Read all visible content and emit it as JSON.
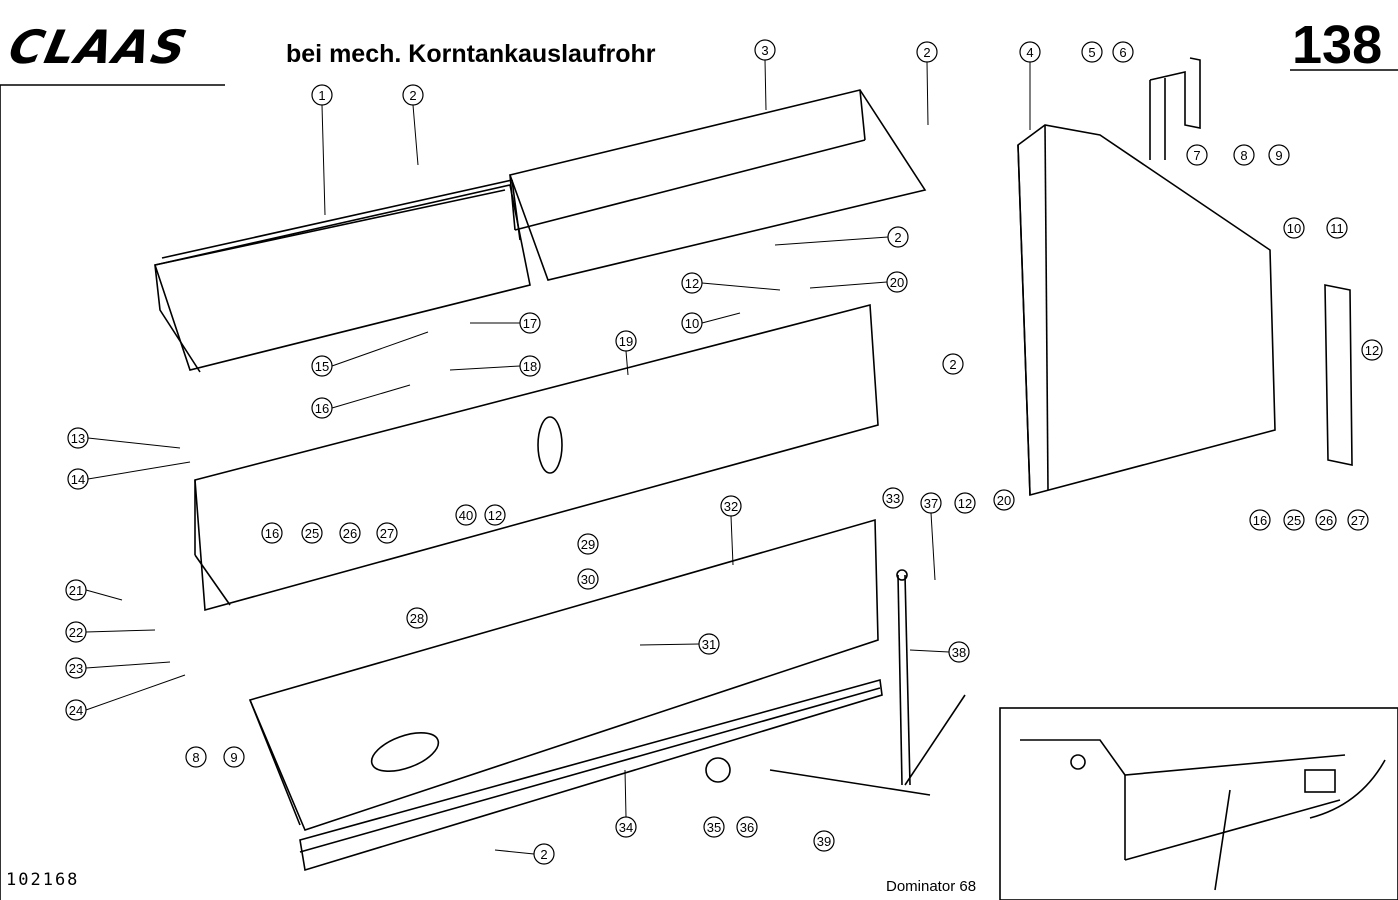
{
  "header": {
    "brand": "CLAAS",
    "title": "bei mech. Korntankauslaufrohr",
    "page_number": "138"
  },
  "footer": {
    "document_number": "102168",
    "model": "Dominator 68"
  },
  "callouts": [
    "1",
    "2",
    "3",
    "2",
    "4",
    "5",
    "6",
    "7",
    "8",
    "9",
    "2",
    "20",
    "12",
    "10",
    "17",
    "15",
    "18",
    "16",
    "19",
    "10",
    "11",
    "12",
    "2",
    "13",
    "14",
    "33",
    "12",
    "20",
    "40",
    "12",
    "32",
    "16",
    "25",
    "26",
    "27",
    "16",
    "25",
    "26",
    "27",
    "29",
    "30",
    "37",
    "21",
    "22",
    "23",
    "24",
    "8",
    "9",
    "28",
    "31",
    "38",
    "34",
    "35",
    "36",
    "39",
    "2"
  ]
}
